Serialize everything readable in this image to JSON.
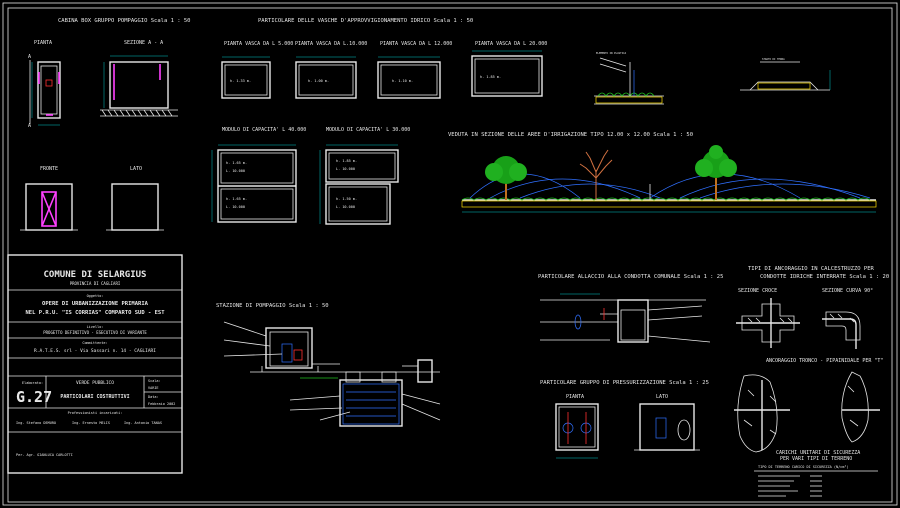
{
  "titles": {
    "cabina": "CABINA BOX GRUPPO POMPAGGIO Scala 1 : 50",
    "particolare_vasche": "PARTICOLARE DELLE VASCHE D'APPROVVIGIONAMENTO IDRICO Scala 1 : 50",
    "pianta": "PIANTA",
    "sezione": "SEZIONE A - A",
    "fronte": "FRONTE",
    "lato": "LATO",
    "vasca_5000": "PIANTA VASCA DA L 5.000",
    "vasca_10000": "PIANTA VASCA DA L.10.000",
    "vasca_12000": "PIANTA VASCA DA L 12.000",
    "vasca_20000": "PIANTA VASCA DA L 20.000",
    "modulo_40000": "MODULO DI CAPACITA' L 40.000",
    "modulo_30000": "MODULO DI CAPACITA' L 30.000",
    "veduta": "VEDUTA IN SEZIONE DELLE AREE D'IRRIGAZIONE TIPO 12.00 x 12.00 Scala 1 : 50",
    "stazione": "STAZIONE DI POMPAGGIO Scala 1 : 50",
    "allaccio": "PARTICOLARE ALLACCIO ALLA CONDOTTA COMUNALE Scala 1 : 25",
    "pressurizzazione": "PARTICOLARE GRUPPO DI PRESSURIZZAZIONE Scala 1 : 25",
    "pianta2": "PIANTA",
    "lato2": "LATO",
    "ancoraggio_1": "TIPI DI ANCORAGGIO IN CALCESTRUZZO PER",
    "ancoraggio_2": "CONDOTTE IDRICHE INTERRATE Scala 1 : 20",
    "sezione_croce": "SEZIONE CROCE",
    "sezione_curva": "SEZIONE CURVA 90°",
    "tronco": "ANCORAGGIO TRONCO - PIPAINIDALE PER \"T\"",
    "carichi_1": "CARICHI UNITARI DI SICUREZZA",
    "carichi_2": "PER VARI TIPI DI TERRENO",
    "carichi_head": "TIPO DI TERRENO   CARICO DI SICUREZZA (N/cm²)"
  },
  "labels": {
    "h133": "h. 1.33 m.",
    "h100": "h. 1.00 m.",
    "h110": "h. 1.10 m.",
    "h185": "h. 1.85 m.",
    "h165a": "h. 1.65 m.",
    "l10000a": "L. 10.000",
    "h165b": "h. 1.65 m.",
    "l10000b": "L. 10.000",
    "h185b": "h. 1.85 m.",
    "l10000c": "L. 10.000",
    "h150": "h. 1.50 m.",
    "l10000d": "L. 10.000"
  },
  "titleblock": {
    "comune": "COMUNE DI SELARGIUS",
    "provincia": "PROVINCIA DI CAGLIARI",
    "oggetto_label": "Oggetto:",
    "oggetto_1": "OPERE DI URBANIZZAZIONE PRIMARIA",
    "oggetto_2": "NEL P.R.U. \"IS CORRIAS\" COMPARTO SUD - EST",
    "livello_label": "Livello:",
    "livello": "PROGETTO DEFINITIVO - ESECUTIVO DI VARIANTE",
    "committente_label": "Committente:",
    "committente": "R.A.T.E.S. srl  -  Via Sassari n. 14  -  CAGLIARI",
    "elaborato_label": "Elaborato:",
    "elaborato": "G.27",
    "verde": "VERDE PUBBLICO",
    "particolari": "PARTICOLARI COSTRUTTIVI",
    "scala_label": "Scala:",
    "scala": "VARIE",
    "data_label": "Data:",
    "data": "Febbraio 2002",
    "prof_label": "Professionisti incaricati:",
    "prof_1": "Ing. Stefano DEMURO",
    "prof_2": "Ing. Ernesto MELIS",
    "prof_3": "Ing. Antonio TANAS",
    "collab": "Per. Agr. GIANLUCA CARLOTTI"
  }
}
